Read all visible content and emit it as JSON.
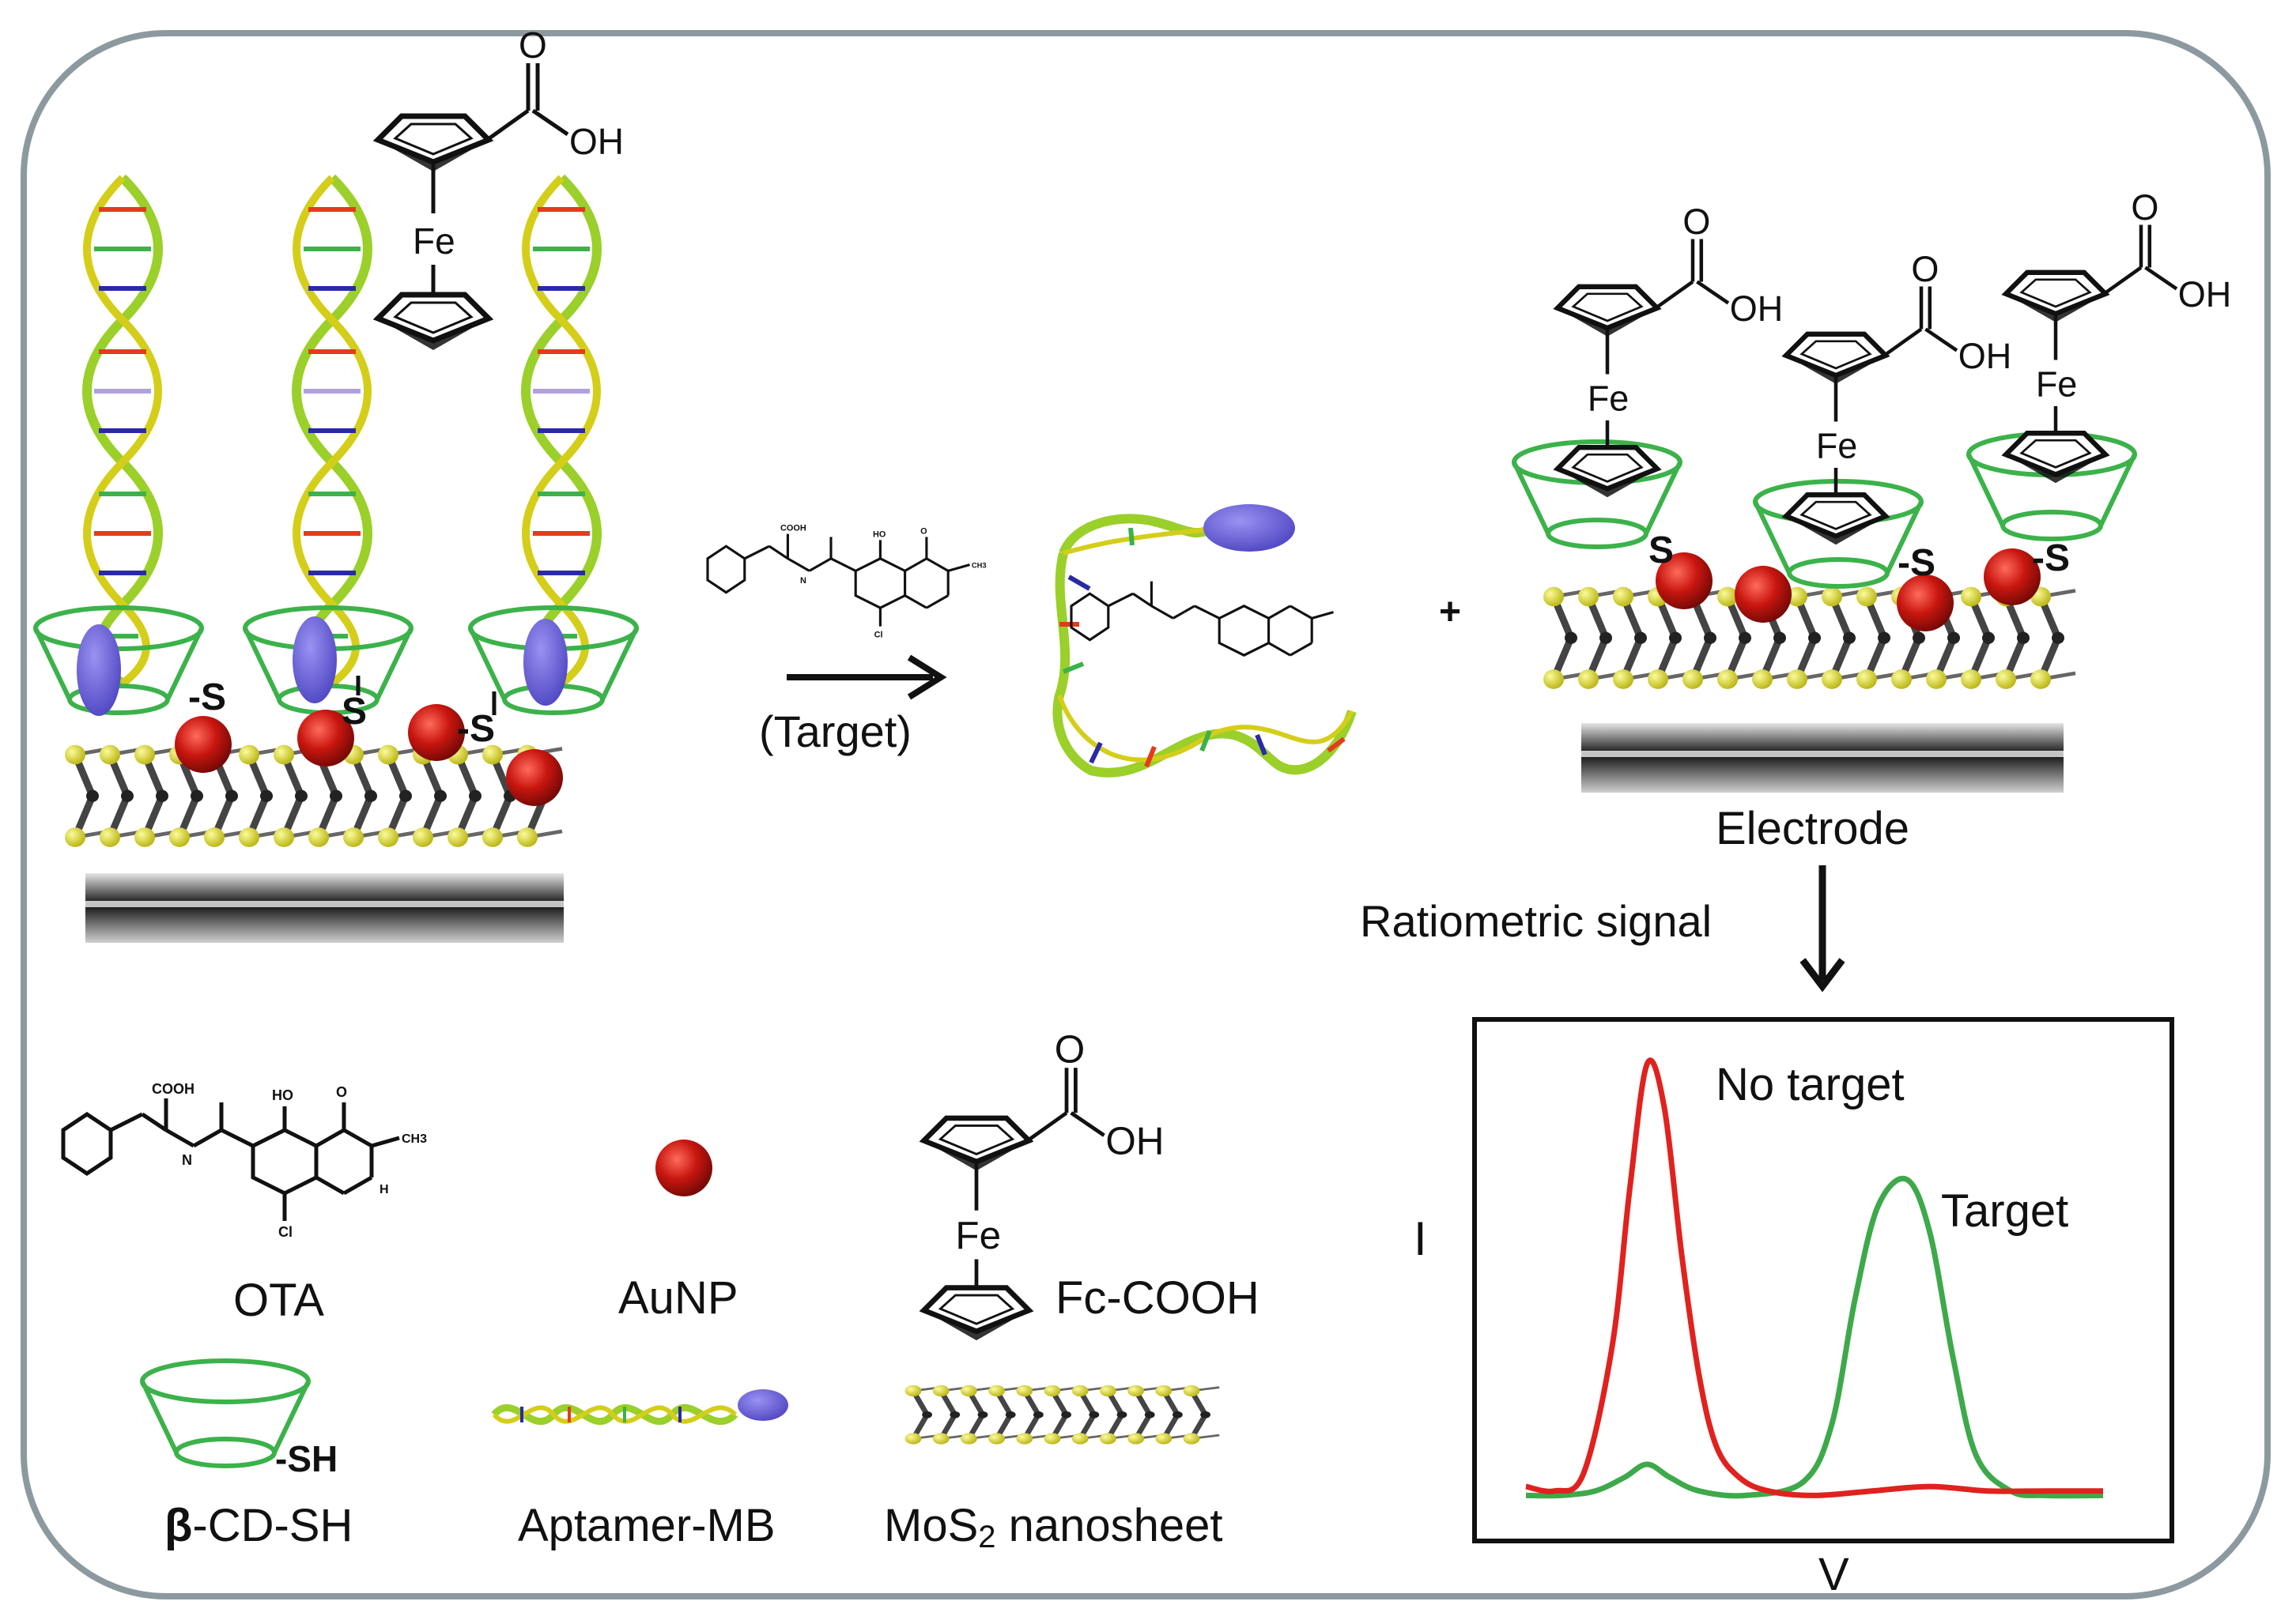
{
  "labels": {
    "target_step": "(Target)",
    "plus": "+",
    "electrode": "Electrode",
    "ratiometric": "Ratiometric signal",
    "no_target": "No target",
    "target": "Target",
    "y_axis": "I",
    "x_axis": "V"
  },
  "chem": {
    "fe": "Fe",
    "o": "O",
    "oh": "OH",
    "s": "S",
    "s_dash": "-S",
    "cooh": "COOH",
    "ho": "HO",
    "ch3": "CH3",
    "h": "H",
    "nh": "N",
    "cl": "Cl"
  },
  "legend": {
    "ota": "OTA",
    "aunp": "AuNP",
    "fc_cooh": "Fc-COOH",
    "cd_sh_tag": "-SH",
    "cd_prefix": "β",
    "cd_name": "-CD-SH",
    "aptamer": "Aptamer-MB",
    "mos2_a": "MoS",
    "mos2_sub": "2",
    "mos2_b": " nanosheet"
  },
  "colors": {
    "no_target_curve": "#e0221f",
    "target_curve": "#3ea94a",
    "aunp": "#c8160f",
    "methylene_blue": "#6d63d8",
    "cyclodextrin": "#3bb24a",
    "mos2_s": "#e4e22a",
    "mos2_mo": "#333333",
    "border": "#8c9aa0"
  },
  "chart_data": {
    "type": "line",
    "xlabel": "V",
    "ylabel": "I",
    "series": [
      {
        "name": "No target",
        "color": "#e0221f",
        "x": [
          0,
          0.05,
          0.1,
          0.15,
          0.18,
          0.21,
          0.24,
          0.27,
          0.3,
          0.33,
          0.37,
          0.42,
          0.5,
          0.6,
          0.7,
          0.8,
          0.9,
          1.0
        ],
        "y": [
          0.03,
          0.02,
          0.06,
          0.35,
          0.7,
          0.98,
          0.88,
          0.55,
          0.28,
          0.12,
          0.05,
          0.02,
          0.01,
          0.02,
          0.03,
          0.02,
          0.02,
          0.02
        ]
      },
      {
        "name": "Target",
        "color": "#3ea94a",
        "x": [
          0,
          0.06,
          0.12,
          0.17,
          0.21,
          0.25,
          0.3,
          0.38,
          0.48,
          0.53,
          0.57,
          0.61,
          0.66,
          0.7,
          0.74,
          0.78,
          0.84,
          0.9,
          1.0
        ],
        "y": [
          0.01,
          0.01,
          0.02,
          0.05,
          0.08,
          0.05,
          0.02,
          0.01,
          0.04,
          0.17,
          0.45,
          0.66,
          0.72,
          0.6,
          0.32,
          0.1,
          0.02,
          0.01,
          0.01
        ]
      }
    ]
  }
}
